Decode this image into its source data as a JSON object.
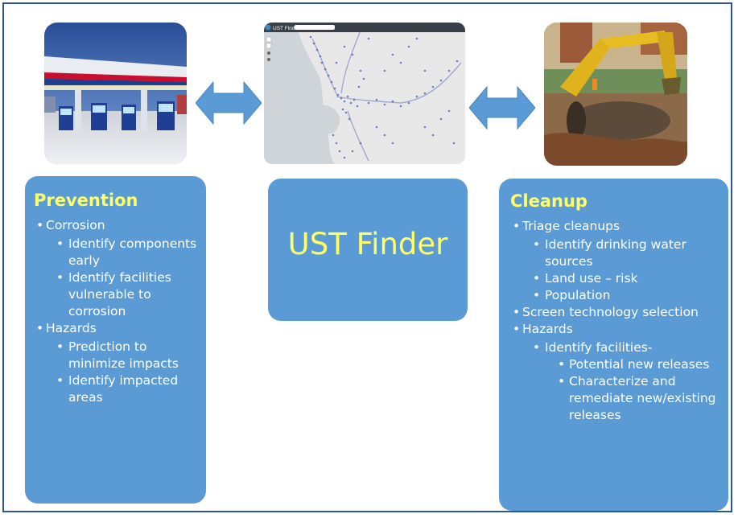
{
  "prevention": {
    "title": "Prevention",
    "items": [
      {
        "text": "Corrosion",
        "subitems": [
          {
            "text": "Identify components early"
          },
          {
            "text": "Identify facilities vulnerable to corrosion"
          }
        ]
      },
      {
        "text": "Hazards",
        "subitems": [
          {
            "text": "Prediction to minimize impacts"
          },
          {
            "text": "Identify impacted areas"
          }
        ]
      }
    ]
  },
  "center": {
    "title": "UST Finder",
    "map_label": "UST Finder"
  },
  "cleanup": {
    "title": "Cleanup",
    "items": [
      {
        "text": "Triage cleanups",
        "subitems": [
          {
            "text": "Identify drinking water sources"
          },
          {
            "text": "Land use – risk"
          },
          {
            "text": "Population"
          }
        ]
      },
      {
        "text": "Screen technology selection",
        "subitems": []
      },
      {
        "text": "Hazards",
        "subitems": [
          {
            "text": "Identify facilities-",
            "subitems": [
              {
                "text": "Potential new releases"
              },
              {
                "text": "Characterize and remediate new/existing releases"
              }
            ]
          }
        ]
      }
    ]
  },
  "colors": {
    "frame": "#2e5597",
    "box_fill": "#5b9bd5",
    "title_yellow": "#ffff66",
    "arrow_fill": "#5b9bd5"
  },
  "icons": [
    "double-arrow-icon",
    "double-arrow-icon"
  ]
}
